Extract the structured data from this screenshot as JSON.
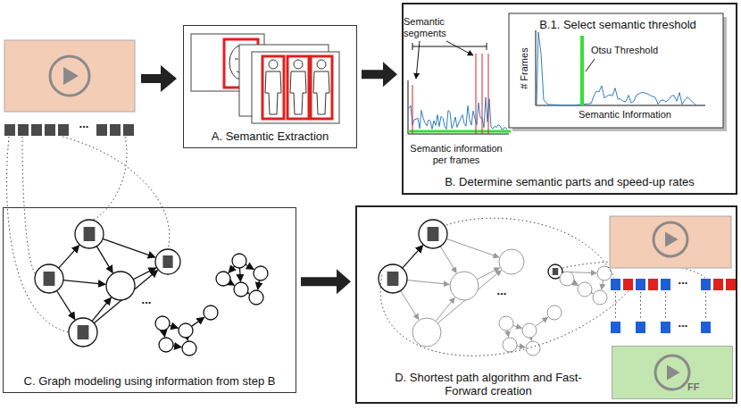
{
  "diagram": {
    "nodes": [
      {
        "text": [
          "A. Semantic Extraction"
        ]
      },
      {
        "text": [
          "B. Determine semantic parts and speed-up rates"
        ]
      },
      {
        "text": [
          "B.1. Select semantic threshold"
        ],
        "in": 1
      },
      {
        "text": [
          "C. Graph modeling using information from step B"
        ]
      },
      {
        "text": [
          "D. Shortest path algorithm and Fast-Forward creation"
        ]
      },
      {
        "text": [
          "FF"
        ],
        "in": 4
      }
    ],
    "edges": [
      {
        "from": 0,
        "to": 1,
        "arrow": "to"
      },
      {
        "from": 3,
        "to": 4,
        "arrow": "to"
      }
    ],
    "labels": [
      "...",
      "Semantic segments",
      "Semantic information per frames",
      "Otsu Threshold",
      "# Frames",
      "Semantic Information",
      "...",
      "...",
      "...",
      "..."
    ]
  }
}
